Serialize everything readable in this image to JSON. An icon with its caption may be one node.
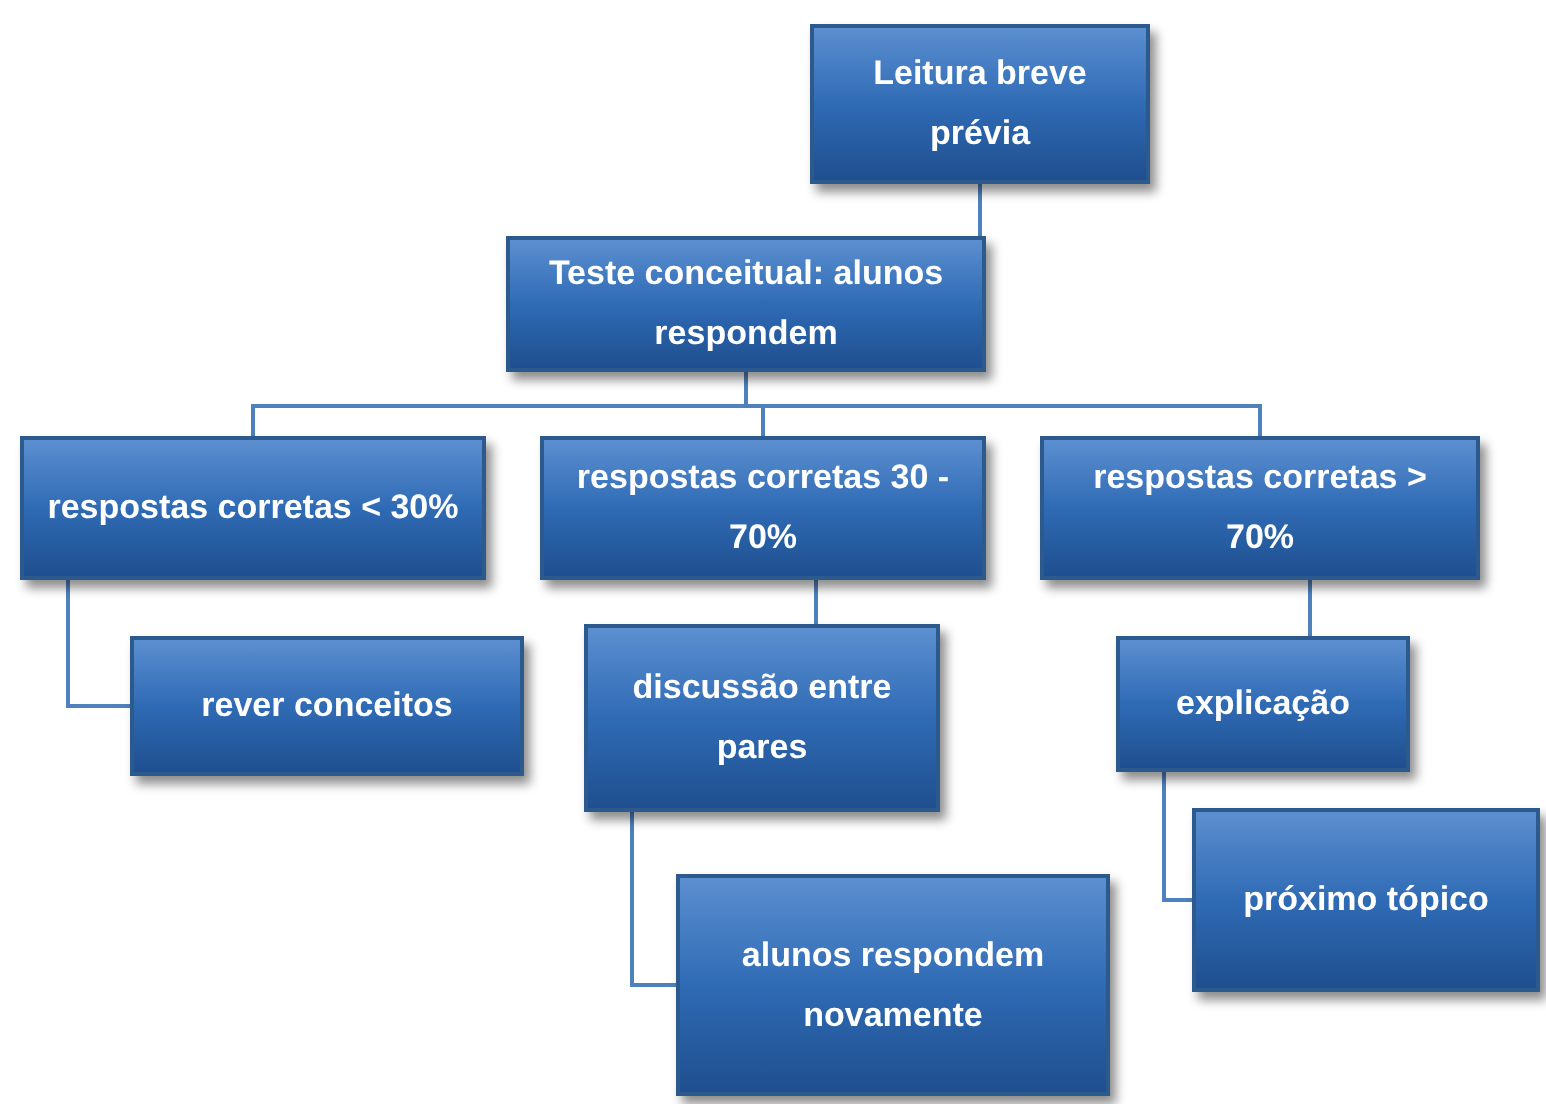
{
  "diagram": {
    "nodes": [
      {
        "text": [
          "Leitura breve prévia"
        ]
      },
      {
        "text": [
          "Teste conceitual: alunos respondem"
        ]
      },
      {
        "text": [
          "respostas corretas < 30%"
        ]
      },
      {
        "text": [
          "respostas corretas 30 - 70%"
        ]
      },
      {
        "text": [
          "respostas corretas > 70%"
        ]
      },
      {
        "text": [
          "rever conceitos"
        ]
      },
      {
        "text": [
          "discussão entre pares"
        ]
      },
      {
        "text": [
          "explicação"
        ]
      },
      {
        "text": [
          "alunos respondem novamente"
        ]
      },
      {
        "text": [
          "próximo tópico"
        ]
      }
    ],
    "edges": [
      {
        "from": 0,
        "to": 1,
        "arrow": "none"
      },
      {
        "from": 1,
        "to": 2,
        "arrow": "none"
      },
      {
        "from": 1,
        "to": 3,
        "arrow": "none"
      },
      {
        "from": 1,
        "to": 4,
        "arrow": "none"
      },
      {
        "from": 2,
        "to": 5,
        "arrow": "none"
      },
      {
        "from": 3,
        "to": 6,
        "arrow": "none"
      },
      {
        "from": 4,
        "to": 7,
        "arrow": "none"
      },
      {
        "from": 6,
        "to": 8,
        "arrow": "none"
      },
      {
        "from": 7,
        "to": 9,
        "arrow": "none"
      }
    ]
  }
}
